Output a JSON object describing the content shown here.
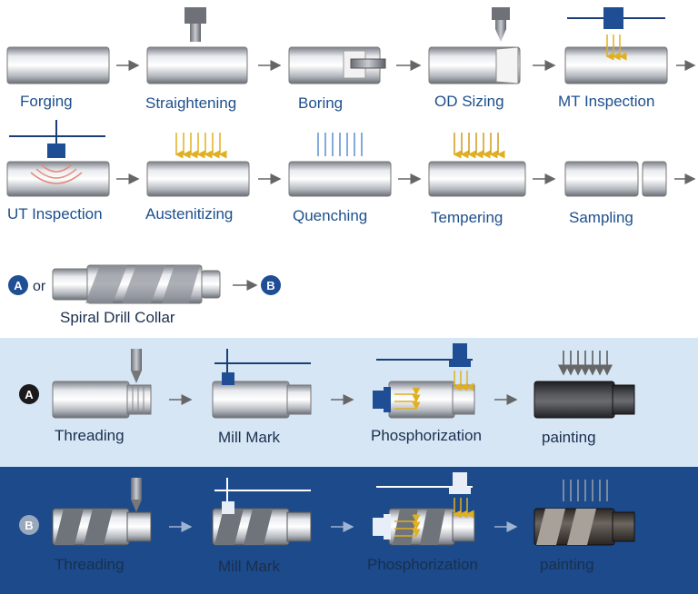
{
  "process_row1": [
    "Forging",
    "Straightening",
    "Boring",
    "OD Sizing",
    "MT Inspection"
  ],
  "process_row2": [
    "UT Inspection",
    "Austenitizing",
    "Quenching",
    "Tempering",
    "Sampling"
  ],
  "branch": {
    "a_badge": "A",
    "or_text": "or",
    "b_badge": "B",
    "product_label": "Spiral Drill Collar"
  },
  "route_a": {
    "badge": "A",
    "steps": [
      "Threading",
      "Mill Mark",
      "Phosphorization",
      "painting"
    ]
  },
  "route_b": {
    "badge": "B",
    "steps": [
      "Threading",
      "Mill Mark",
      "Phosphorization",
      "painting"
    ]
  },
  "colors": {
    "label_blue": "#1d4f8c",
    "band_a_bg": "#d6e6f5",
    "band_b_bg": "#1c4a8a",
    "badge_blue": "#1f4e95",
    "heat_arrow": "#e0b020",
    "cool_arrow": "#5b8fd0",
    "paint_arrow": "#555555"
  }
}
